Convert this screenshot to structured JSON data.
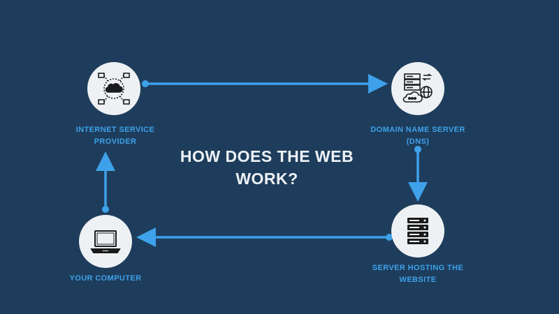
{
  "title": {
    "line1": "HOW DOES THE WEB",
    "line2": "WORK?"
  },
  "nodes": {
    "isp": {
      "label_line1": "INTERNET SERVICE",
      "label_line2": "PROVIDER",
      "icon": "cloud-network-icon"
    },
    "dns": {
      "label_line1": "DOMAIN NAME SERVER",
      "label_line2": "(DNS)",
      "icon": "dns-server-globe-icon"
    },
    "hosting": {
      "label_line1": "SERVER HOSTING THE",
      "label_line2": "WEBSITE",
      "icon": "server-rack-icon"
    },
    "computer": {
      "label_line1": "YOUR COMPUTER",
      "icon": "laptop-icon"
    }
  },
  "colors": {
    "background": "#1e3d5c",
    "accent": "#3ea1ea",
    "node_fill": "#eef1f4",
    "icon_stroke": "#1b1b1b",
    "title": "#eef2f6"
  }
}
